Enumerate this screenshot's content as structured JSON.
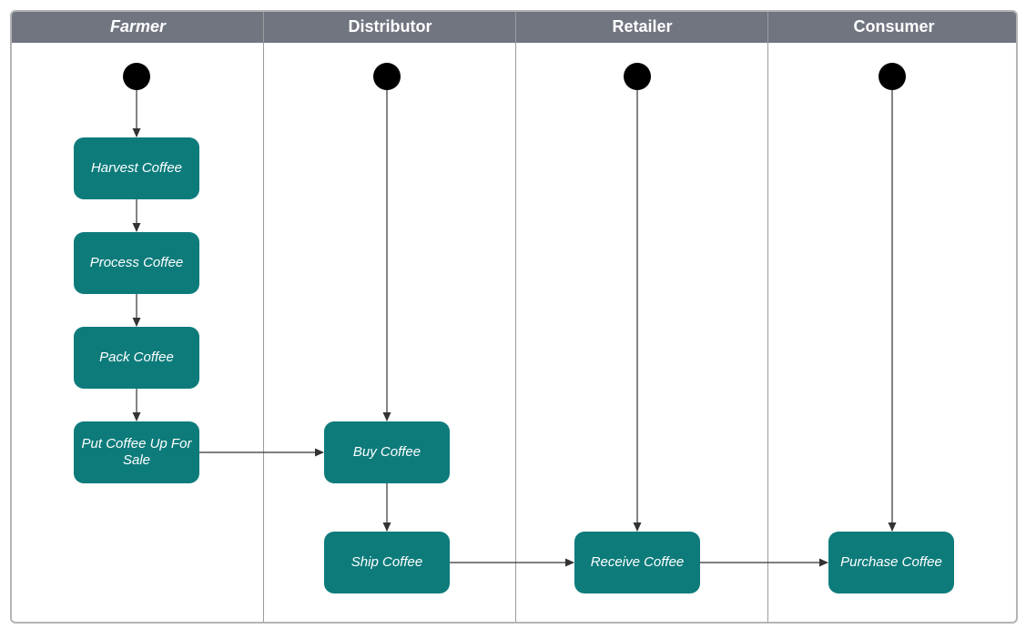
{
  "lanes": {
    "farmer": "Farmer",
    "distributor": "Distributor",
    "retailer": "Retailer",
    "consumer": "Consumer"
  },
  "activities": {
    "harvest": "Harvest Coffee",
    "process": "Process Coffee",
    "pack": "Pack Coffee",
    "put_for_sale": "Put Coffee Up For Sale",
    "buy": "Buy Coffee",
    "ship": "Ship Coffee",
    "receive": "Receive Coffee",
    "purchase": "Purchase Coffee"
  },
  "colors": {
    "header": "#707580",
    "activity": "#0e7b7b",
    "start_node": "#000000",
    "connector": "#333333"
  }
}
